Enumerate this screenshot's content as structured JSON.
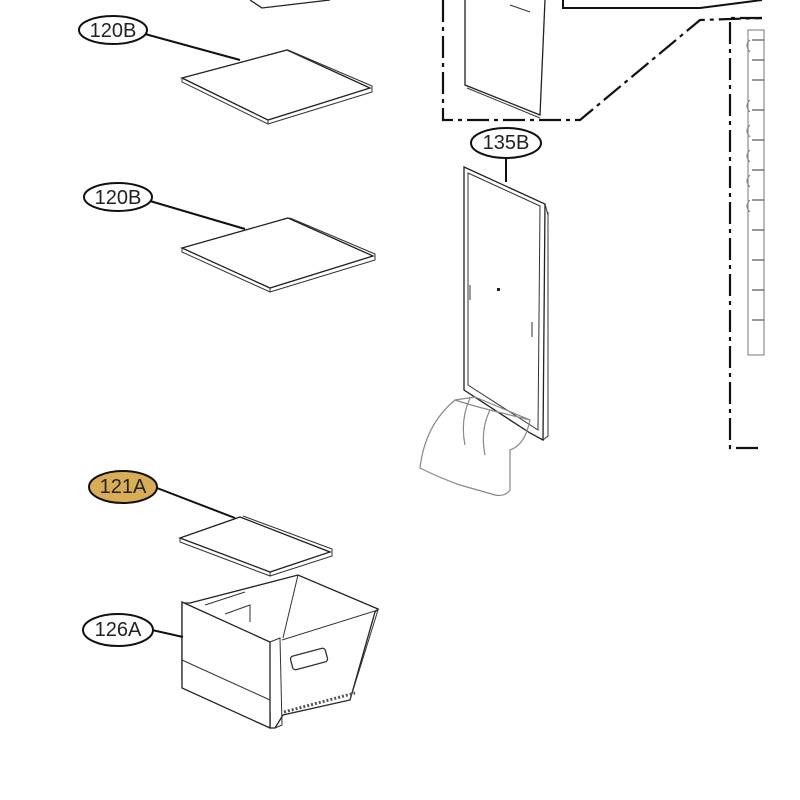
{
  "callouts": [
    {
      "id": "120B",
      "label": "120B",
      "highlighted": false
    },
    {
      "id": "120B-2",
      "label": "120B",
      "highlighted": false
    },
    {
      "id": "135B",
      "label": "135B",
      "highlighted": false
    },
    {
      "id": "121A",
      "label": "121A",
      "highlighted": true
    },
    {
      "id": "126A",
      "label": "126A",
      "highlighted": false
    }
  ],
  "colors": {
    "highlight": "#d9ad56",
    "line": "#111111"
  }
}
